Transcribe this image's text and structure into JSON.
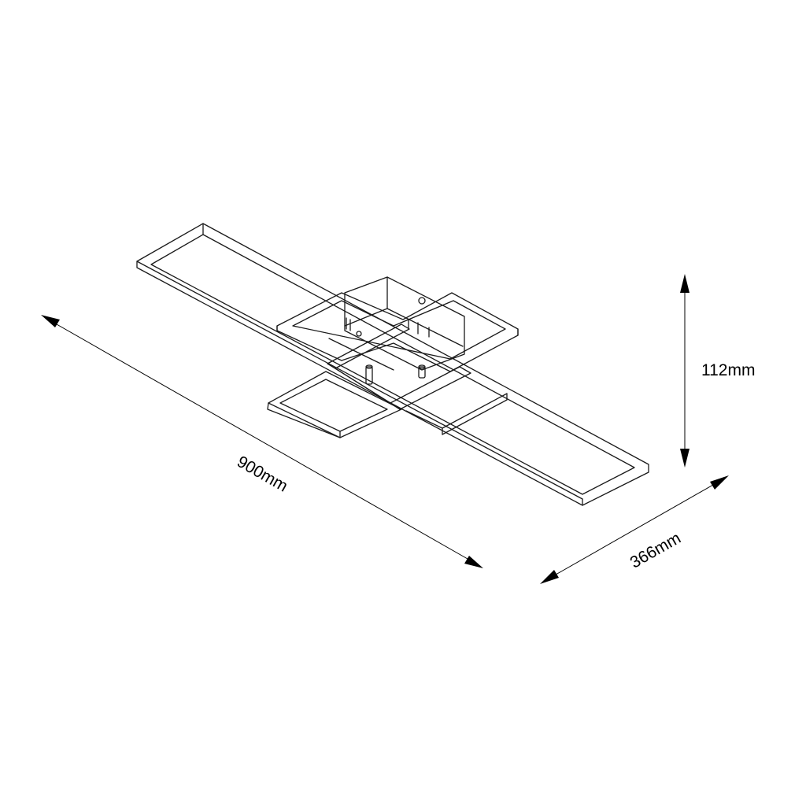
{
  "dimensions": {
    "length": "900mm",
    "width": "366mm",
    "height": "112mm"
  }
}
